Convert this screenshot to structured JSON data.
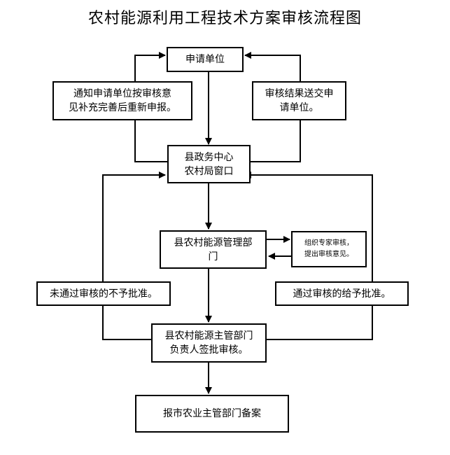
{
  "title": "农村能源利用工程技术方案审核流程图",
  "nodes": {
    "applicant": "申请单位",
    "notify_resubmit": "通知申请单位按审核意\n见补充完善后重新申报。",
    "send_result": "审核结果送交申\n请单位。",
    "county_center": "县政务中心\n农村局窗口",
    "energy_dept": "县农村能源管理部\n门",
    "expert_review": "组织专家审核，\n提出审核意见。",
    "not_approved": "未通过审核的不予批准。",
    "approved": "通过审核的给予批准。",
    "leader_approve": "县农村能源主管部门\n负责人签批审核。",
    "filing": "报市农业主管部门备案"
  }
}
